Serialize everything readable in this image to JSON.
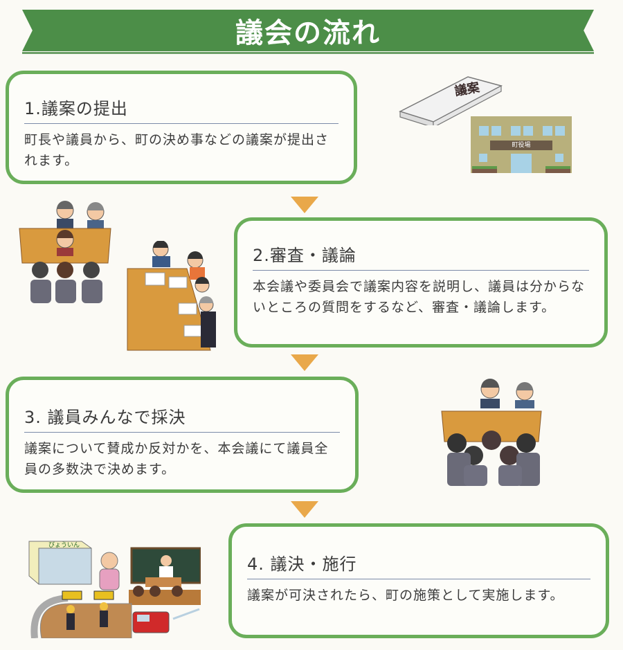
{
  "header": {
    "title": "議会の流れ"
  },
  "steps": [
    {
      "title": "1.議案の提出",
      "body": "町長や議員から、町の決め事などの議案が提出されます。"
    },
    {
      "title": "2.審査・議論",
      "body": "本会議や委員会で議案内容を説明し、議員は分からないところの質問をするなど、審査・議論します。"
    },
    {
      "title": "3.  議員みんなで採決",
      "body": "議案について賛成か反対かを、本会議にて議員全員の多数決で決めます。"
    },
    {
      "title": "4.  議決・施行",
      "body": "議案が可決されたら、町の施策として実施します。"
    }
  ],
  "illustrations": {
    "bill_document": {
      "label": "議案",
      "icon": "document-icon"
    },
    "town_hall": {
      "label": "町役場",
      "icon": "building-icon"
    },
    "assembly_meeting": {
      "icon": "meeting-icon"
    },
    "committee_table": {
      "icon": "committee-icon"
    },
    "vote_meeting": {
      "icon": "vote-icon"
    },
    "hospital": {
      "label": "びょういん",
      "icon": "hospital-icon"
    }
  },
  "colors": {
    "banner": "#4c8e48",
    "border": "#6aae5a",
    "arrow": "#e9a84a",
    "desk": "#d99a3e"
  }
}
